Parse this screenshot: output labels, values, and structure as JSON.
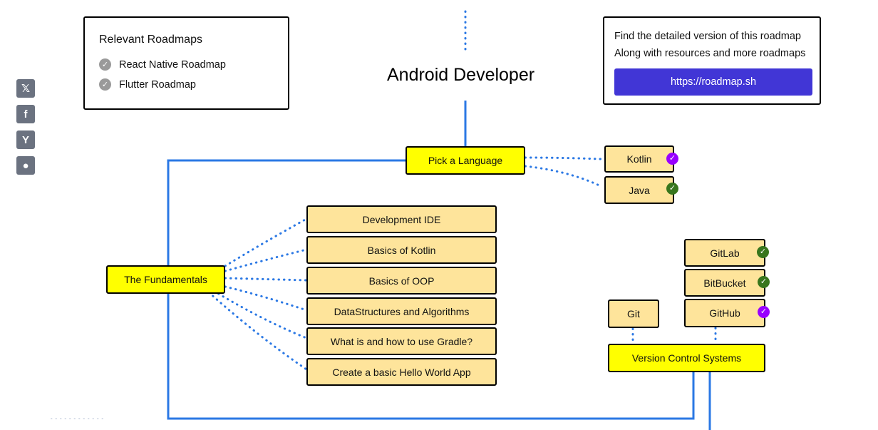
{
  "title": "Android Developer",
  "relevant_roadmaps": {
    "heading": "Relevant Roadmaps",
    "items": [
      {
        "label": "React Native Roadmap"
      },
      {
        "label": "Flutter Roadmap"
      }
    ]
  },
  "cta": {
    "line1": "Find the detailed version of this roadmap",
    "line2": "Along with resources and more roadmaps",
    "button": "https://roadmap.sh"
  },
  "social": [
    {
      "icon": "x-twitter-icon",
      "glyph": "𝕏"
    },
    {
      "icon": "facebook-icon",
      "glyph": "f"
    },
    {
      "icon": "hacker-news-icon",
      "glyph": "Y"
    },
    {
      "icon": "reddit-icon",
      "glyph": "●"
    }
  ],
  "nodes": {
    "pick_language": "Pick a Language",
    "kotlin": "Kotlin",
    "java": "Java",
    "fundamentals": "The Fundamentals",
    "fundamentals_items": [
      "Development IDE",
      "Basics of Kotlin",
      "Basics of OOP",
      "DataStructures and Algorithms",
      "What is and how to use Gradle?",
      "Create a basic Hello World App"
    ],
    "vcs": "Version Control Systems",
    "git": "Git",
    "gitlab": "GitLab",
    "bitbucket": "BitBucket",
    "github": "GitHub"
  },
  "colors": {
    "connector": "#2b78e4",
    "main_node": "#ffff00",
    "sub_node": "#fee49b",
    "check_purple": "#9900ff",
    "check_green": "#38761d",
    "cta_button": "#4136d6"
  },
  "check_icon": "✓"
}
